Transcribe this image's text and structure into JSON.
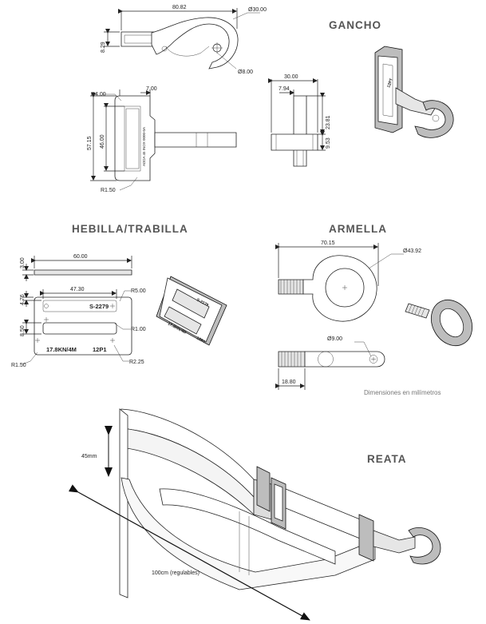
{
  "sections": {
    "gancho": "GANCHO",
    "hebilla": "HEBILLA/TRABILLA",
    "armella": "ARMELLA",
    "reata": "REATA"
  },
  "units_note": "Dimensiones en milímetros",
  "gancho_dims": {
    "overall_length": "80.82",
    "hook_diameter": "Ø30.00",
    "shank_height": "8.29",
    "eye_diameter": "Ø8.00",
    "corner_radius": "R4.00",
    "tab_width": "7.00",
    "total_height": "57.15",
    "inner_height": "46.00",
    "bottom_radius": "R1.50",
    "side_width": "30.00",
    "side_offset": "7.94",
    "side_height": "23.81",
    "side_lower": "9.53"
  },
  "gancho_stamp": "ADDA 45 INOX 0000-0A",
  "gancho_3d_stamp": "12PT",
  "hebilla_dims": {
    "thickness": "3.00",
    "width": "60.00",
    "slot_length": "47.30",
    "edge": "4.76",
    "outer_radius": "R5.00",
    "inner_radius": "R1.00",
    "slot_gap": "8.50",
    "corner_radius": "R1.50",
    "slot_radius": "R2.25"
  },
  "hebilla_stamp": {
    "code": "S-2279",
    "rating": "17.8KN/4M",
    "model": "12P1"
  },
  "armella_dims": {
    "length": "70.15",
    "ring_diameter": "Ø43.92",
    "hole_diameter": "Ø9.00",
    "thread_length": "18.80"
  },
  "reata_dims": {
    "width": "45mm",
    "length": "100cm (regulables)"
  }
}
